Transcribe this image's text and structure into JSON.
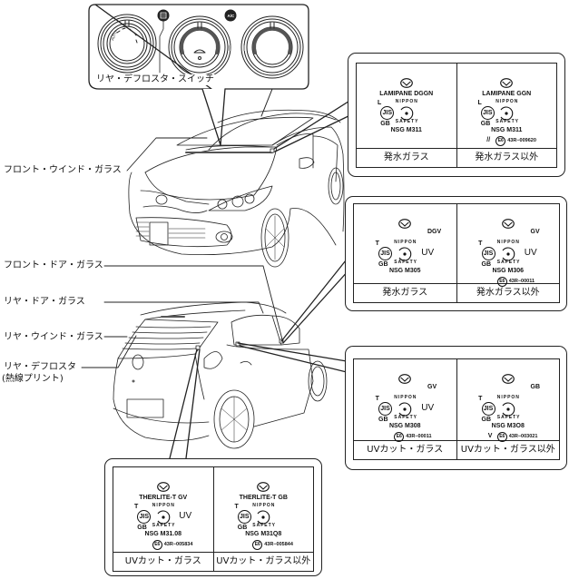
{
  "figure": {
    "title": "Glass identification marks",
    "colors": {
      "line": "#222222",
      "background": "#ffffff"
    }
  },
  "panel": {
    "switch_label": "リヤ・デフロスタ・スイッチ",
    "knob_icons": [
      "fan-speed-knob",
      "mode-knob",
      "temperature-knob"
    ],
    "buttons": [
      "rear-defroster-button",
      "ac-button"
    ],
    "ac_label": "A/C"
  },
  "callouts": {
    "front_windshield": "フロント・ウインド・ガラス",
    "front_door_glass": "フロント・ドア・ガラス",
    "rear_door_glass": "リヤ・ドア・ガラス",
    "rear_window_glass": "リヤ・ウインド・ガラス",
    "rear_defroster_line1": "リヤ・デフロスタ",
    "rear_defroster_line2": "(熱線プリント)"
  },
  "tables": [
    {
      "id": "windshield",
      "cells": [
        {
          "caption": "発水ガラス",
          "brand": "LAMIPANE DGGN",
          "type_letter": "L",
          "jis": "JIS",
          "gb": "GB",
          "model": "NSG  M311",
          "uv": "",
          "code": "",
          "ece": "",
          "prefix": "",
          "grade": ""
        },
        {
          "caption": "発水ガラス以外",
          "brand": "LAMIPANE GGN",
          "type_letter": "L",
          "jis": "JIS",
          "gb": "GB",
          "model": "NSG  M311",
          "uv": "",
          "code": "43R−009620",
          "ece": "E6",
          "prefix": "//",
          "grade": ""
        }
      ]
    },
    {
      "id": "front-door",
      "cells": [
        {
          "caption": "発水ガラス",
          "brand": "",
          "type_letter": "T",
          "jis": "JIS",
          "gb": "GB",
          "model": "NSG  M305",
          "uv": "UV",
          "code": "",
          "ece": "",
          "prefix": "",
          "grade": "DGV"
        },
        {
          "caption": "発水ガラス以外",
          "brand": "",
          "type_letter": "T",
          "jis": "JIS",
          "gb": "GB",
          "model": "NSG  M306",
          "uv": "UV",
          "code": "43R−00011",
          "ece": "E6",
          "prefix": "",
          "grade": "GV"
        }
      ]
    },
    {
      "id": "rear-door",
      "cells": [
        {
          "caption": "UVカット・ガラス",
          "brand": "",
          "type_letter": "T",
          "jis": "JIS",
          "gb": "GB",
          "model": "NSG    M308",
          "uv": "UV",
          "code": "43R−00011",
          "ece": "E6",
          "prefix": "",
          "grade": "GV"
        },
        {
          "caption": "UVカット・ガラス以外",
          "brand": "",
          "type_letter": "T",
          "jis": "JIS",
          "gb": "GB",
          "model": "NSG    M3O8",
          "uv": "",
          "code": "43R−003021",
          "ece": "E6",
          "prefix": "V",
          "grade": "GB"
        }
      ]
    },
    {
      "id": "rear-window",
      "cells": [
        {
          "caption": "UVカット・ガラス",
          "brand": "THERLITE-T GV",
          "type_letter": "T",
          "jis": "JIS",
          "gb": "GB",
          "model": "NSG  M31.08",
          "uv": "UV",
          "code": "43R−005834",
          "ece": "E6",
          "prefix": "",
          "grade": ""
        },
        {
          "caption": "UVカット・ガラス以外",
          "brand": "THERLITE-T GB",
          "type_letter": "T",
          "jis": "JIS",
          "gb": "GB",
          "model": "NSG  M31Q8",
          "uv": "",
          "code": "43R−005844",
          "ece": "E6",
          "prefix": "",
          "grade": ""
        }
      ]
    }
  ],
  "safety_mark": {
    "top": "NIPPON",
    "bottom": "SAFETY"
  }
}
